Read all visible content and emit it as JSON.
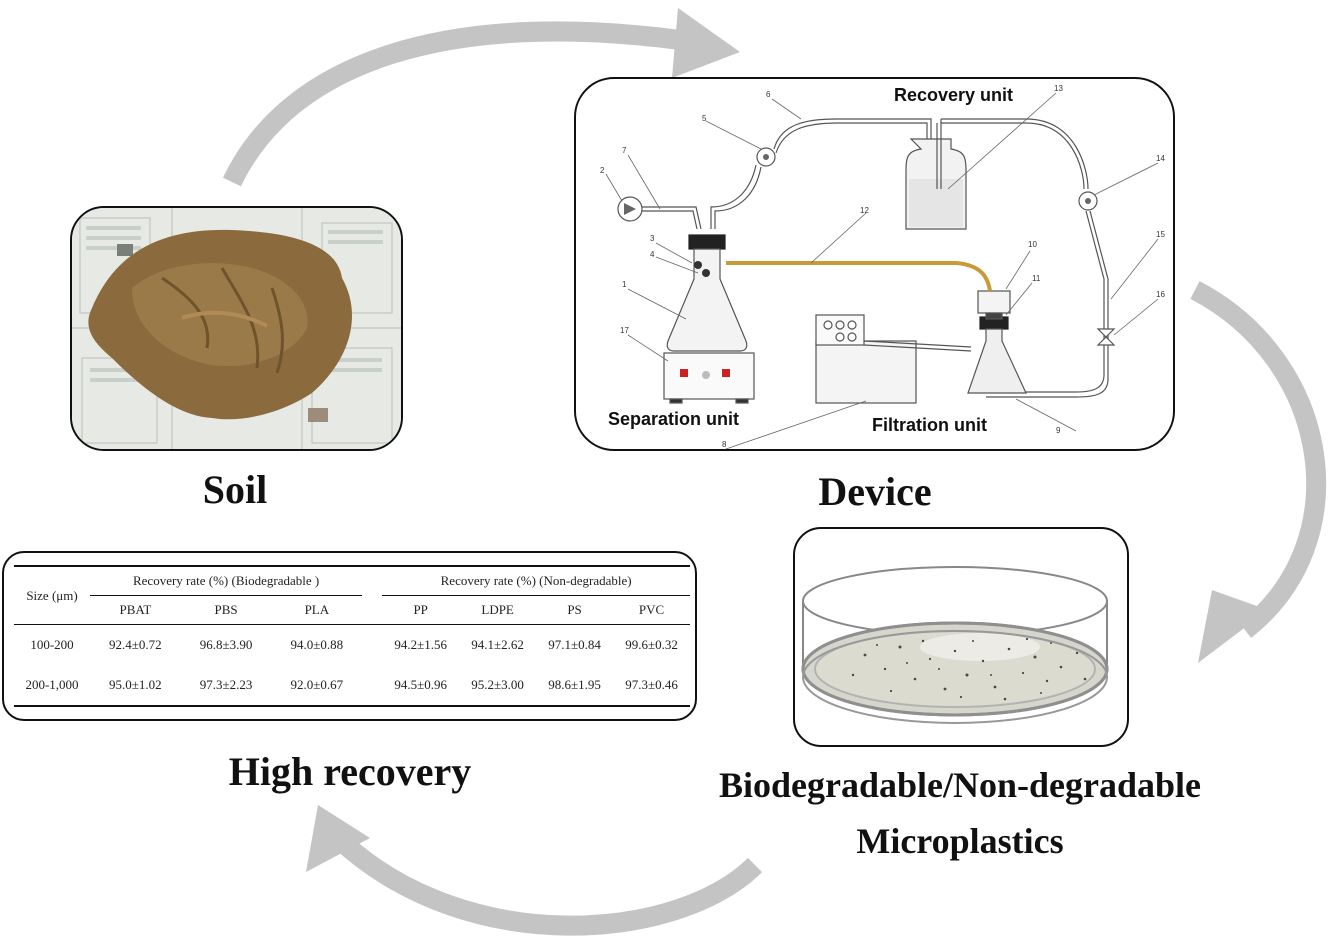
{
  "captions": {
    "soil": "Soil",
    "device": "Device",
    "recovery": "High recovery",
    "microplastics_line1": "Biodegradable/Non-degradable",
    "microplastics_line2": "Microplastics"
  },
  "device": {
    "recovery_unit": "Recovery unit",
    "separation_unit": "Separation unit",
    "filtration_unit": "Filtration unit",
    "part_numbers": [
      "1",
      "2",
      "3",
      "4",
      "5",
      "6",
      "7",
      "8",
      "9",
      "10",
      "11",
      "12",
      "13",
      "14",
      "15",
      "16",
      "17"
    ]
  },
  "table": {
    "size_header": "Size (μm)",
    "group_biodegradable": "Recovery rate (%) (Biodegradable )",
    "group_nondegradable": "Recovery rate (%) (Non-degradable)",
    "columns": [
      "PBAT",
      "PBS",
      "PLA",
      "PP",
      "LDPE",
      "PS",
      "PVC"
    ],
    "rows": [
      {
        "size": "100-200",
        "values": [
          "92.4±0.72",
          "96.8±3.90",
          "94.0±0.88",
          "94.2±1.56",
          "94.1±2.62",
          "97.1±0.84",
          "99.6±0.32"
        ]
      },
      {
        "size": "200-1,000",
        "values": [
          "95.0±1.02",
          "97.3±2.23",
          "92.0±0.67",
          "94.5±0.96",
          "95.2±3.00",
          "98.6±1.95",
          "97.3±0.46"
        ]
      }
    ]
  },
  "colors": {
    "cycle_arrow": "#c4c4c4",
    "soil": "#8b6b3e",
    "tube": "#c89a3a",
    "outline": "#111111"
  }
}
